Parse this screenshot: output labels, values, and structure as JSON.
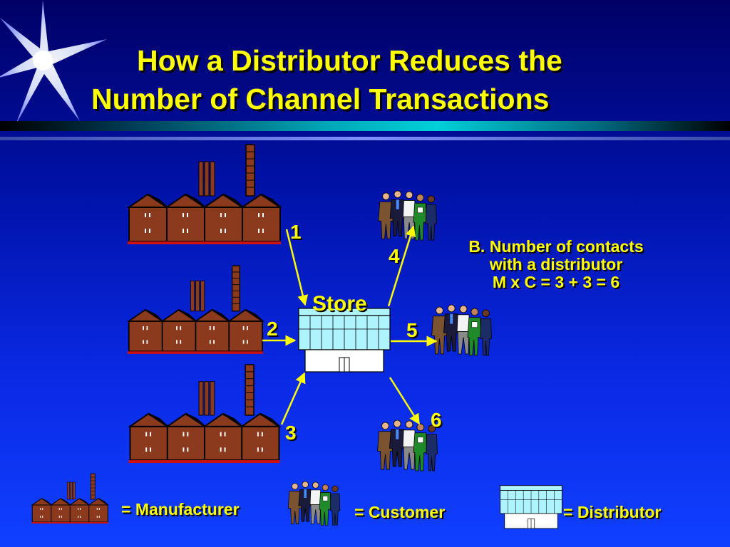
{
  "title": {
    "line1": "How a Distributor Reduces the",
    "line2": "Number of Channel Transactions"
  },
  "diagram": {
    "hub_label": "Store",
    "link_numbers": [
      "1",
      "2",
      "3",
      "4",
      "5",
      "6"
    ],
    "note": {
      "line1": "B. Number of contacts",
      "line2": "with a distributor",
      "line3": "M x C = 3 + 3 = 6"
    }
  },
  "legend": {
    "manufacturer": "= Manufacturer",
    "customer": "= Customer",
    "distributor": "= Distributor"
  },
  "colors": {
    "title_text": "#ffff00",
    "factory_brick": "#8b3a1e",
    "factory_base": "#cc1111",
    "store_glass": "#aef4ff",
    "arrow": "#ffff00"
  },
  "icons": [
    "starburst-icon",
    "factory-icon",
    "people-group-icon",
    "store-building-icon"
  ]
}
